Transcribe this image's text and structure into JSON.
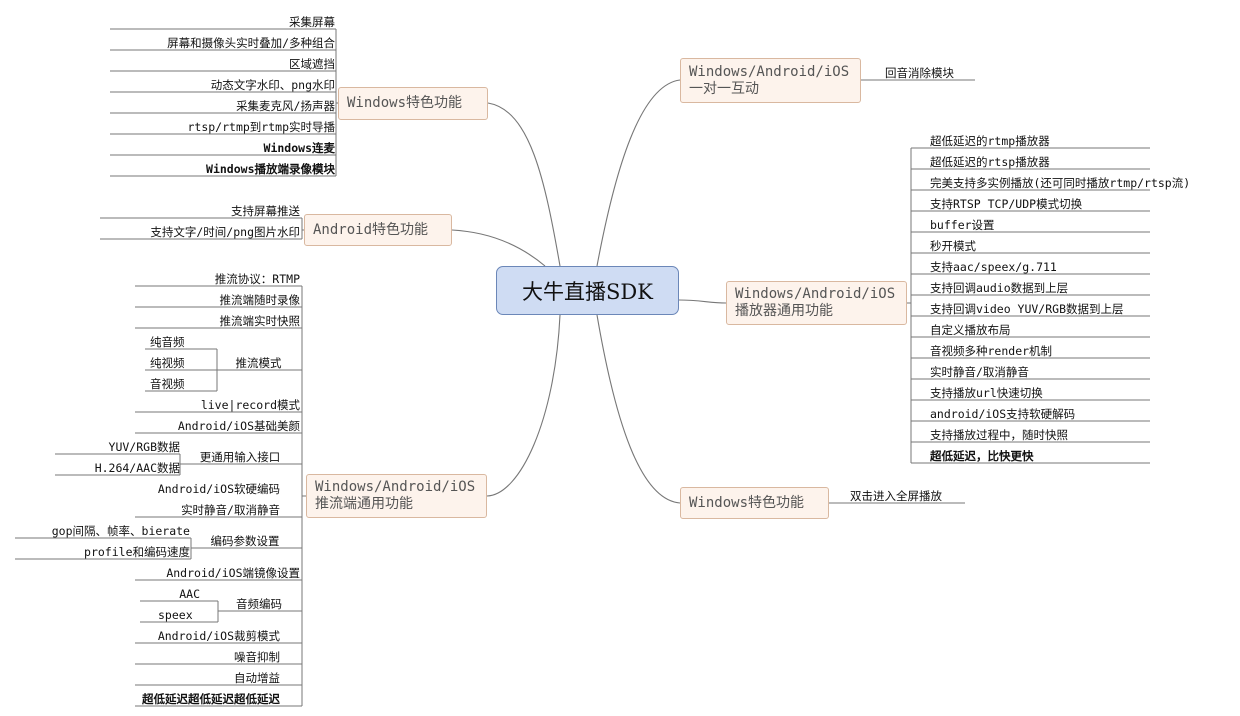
{
  "center": {
    "label": "大牛直播SDK"
  },
  "branches": {
    "win_features": "Windows特色功能",
    "android_features": "Android特色功能",
    "push_common": [
      "Windows/Android/iOS",
      "推流端通用功能"
    ],
    "interact": [
      "Windows/Android/iOS",
      "一对一互动"
    ],
    "player_common": [
      "Windows/Android/iOS",
      "播放器通用功能"
    ],
    "win_player_features": "Windows特色功能"
  },
  "win_features_items": [
    "采集屏幕",
    "屏幕和摄像头实时叠加/多种组合",
    "区域遮挡",
    "动态文字水印、png水印",
    "采集麦克风/扬声器",
    "rtsp/rtmp到rtmp实时导播",
    "Windows连麦",
    "Windows播放端录像模块"
  ],
  "android_items": [
    "支持屏幕推送",
    "支持文字/时间/png图片水印"
  ],
  "push_items": {
    "protocol": "推流协议：RTMP",
    "record": "推流端随时录像",
    "snapshot": "推流端实时快照",
    "push_mode": "推流模式",
    "push_mode_children": [
      "纯音频",
      "纯视频",
      "音视频"
    ],
    "live_record": "live|record模式",
    "beauty": "Android/iOS基础美颜",
    "input": "更通用输入接口",
    "input_children": [
      "YUV/RGB数据",
      "H.264/AAC数据"
    ],
    "hw_encode": "Android/iOS软硬编码",
    "mute": "实时静音/取消静音",
    "enc_params": "编码参数设置",
    "enc_params_children": [
      "gop间隔、帧率、bierate",
      "profile和编码速度"
    ],
    "mirror": "Android/iOS端镜像设置",
    "audio_enc": "音频编码",
    "audio_enc_children": [
      "AAC",
      "speex"
    ],
    "crop": "Android/iOS裁剪模式",
    "noise": "噪音抑制",
    "gain": "自动增益",
    "low_latency": "超低延迟超低延迟超低延迟"
  },
  "interact_items": [
    "回音消除模块"
  ],
  "player_items": [
    "超低延迟的rtmp播放器",
    "超低延迟的rtsp播放器",
    "完美支持多实例播放(还可同时播放rtmp/rtsp流)",
    "支持RTSP TCP/UDP模式切换",
    "buffer设置",
    "秒开模式",
    "支持aac/speex/g.711",
    "支持回调audio数据到上层",
    "支持回调video YUV/RGB数据到上层",
    "自定义播放布局",
    "音视频多种render机制",
    "实时静音/取消静音",
    "支持播放url快速切换",
    "android/iOS支持软硬解码",
    "支持播放过程中，随时快照",
    "超低延迟，比快更快"
  ],
  "win_player_items": [
    "双击进入全屏播放"
  ],
  "colors": {
    "line": "#777777",
    "center_fill": "#cfdcf3",
    "center_border": "#6b87b8",
    "branch_fill": "#fdf3ec",
    "branch_border": "#d9b8a0"
  }
}
